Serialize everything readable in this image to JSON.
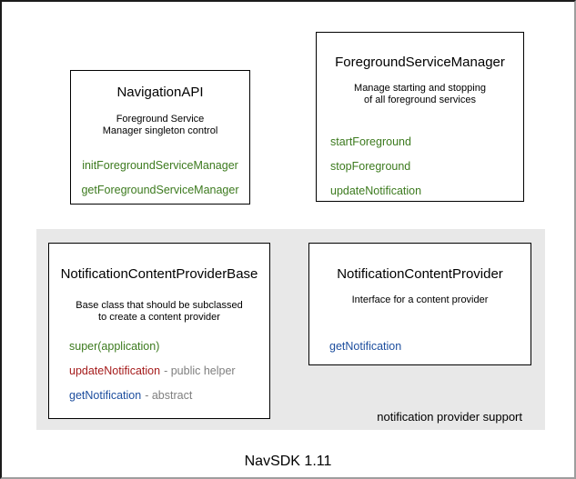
{
  "diagram": {
    "caption": "NavSDK 1.11",
    "panel_label": "notification provider support"
  },
  "boxes": {
    "navigation_api": {
      "title": "NavigationAPI",
      "desc1": "Foreground Service",
      "desc2": "Manager singleton control",
      "methods": [
        {
          "name": "initForegroundServiceManager"
        },
        {
          "name": "getForegroundServiceManager"
        }
      ]
    },
    "foreground_service_manager": {
      "title": "ForegroundServiceManager",
      "desc1": "Manage starting and stopping",
      "desc2": "of all foreground services",
      "methods": [
        {
          "name": "startForeground"
        },
        {
          "name": "stopForeground"
        },
        {
          "name": "updateNotification"
        }
      ]
    },
    "notification_content_provider_base": {
      "title": "NotificationContentProviderBase",
      "desc1": "Base class that should be subclassed",
      "desc2": "to create a content provider",
      "methods": [
        {
          "name": "super(application)",
          "suffix": ""
        },
        {
          "name": "updateNotification",
          "suffix": "- public helper"
        },
        {
          "name": "getNotification",
          "suffix": "- abstract"
        }
      ]
    },
    "notification_content_provider": {
      "title": "NotificationContentProvider",
      "desc1": "Interface for a content provider",
      "methods": [
        {
          "name": "getNotification"
        }
      ]
    }
  },
  "colors": {
    "method_green": "#3c7a1e",
    "method_red": "#a51c1c",
    "method_blue": "#1d4e9e",
    "suffix_gray": "#7f7f7f",
    "panel_gray": "#e8e8e8"
  }
}
